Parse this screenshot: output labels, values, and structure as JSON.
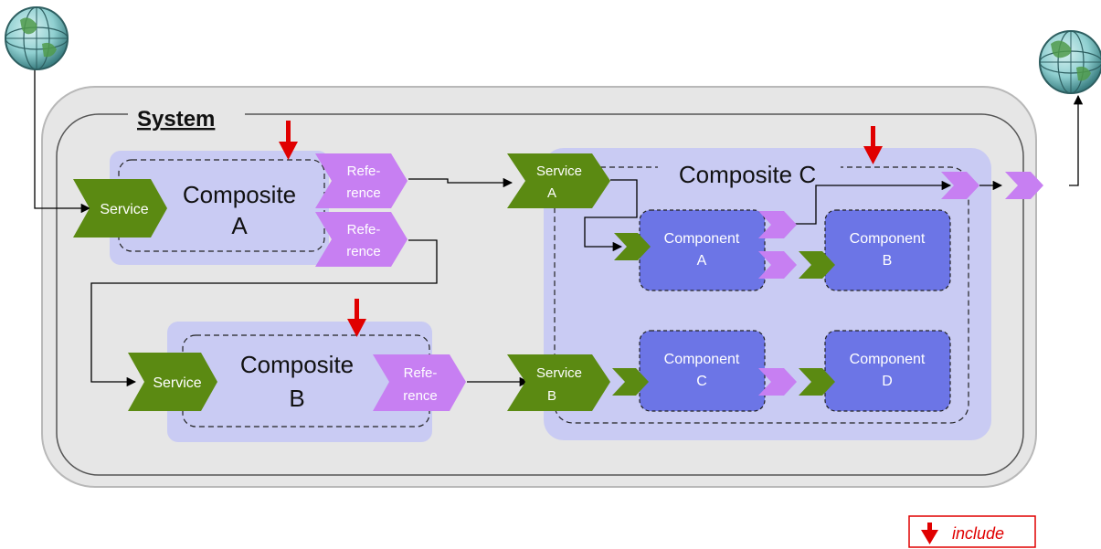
{
  "system": {
    "title": "System"
  },
  "composite_a": {
    "title_line1": "Composite",
    "title_line2": "A"
  },
  "composite_b": {
    "title_line1": "Composite",
    "title_line2": "B"
  },
  "composite_c": {
    "title": "Composite C"
  },
  "service_a_left": {
    "label": "Service"
  },
  "service_b_left": {
    "label": "Service"
  },
  "reference_a1": {
    "line1": "Refe-",
    "line2": "rence"
  },
  "reference_a2": {
    "line1": "Refe-",
    "line2": "rence"
  },
  "reference_b": {
    "line1": "Refe-",
    "line2": "rence"
  },
  "service_c_a": {
    "line1": "Service",
    "line2": "A"
  },
  "service_c_b": {
    "line1": "Service",
    "line2": "B"
  },
  "component_a": {
    "line1": "Component",
    "line2": "A"
  },
  "component_b": {
    "line1": "Component",
    "line2": "B"
  },
  "component_c": {
    "line1": "Component",
    "line2": "C"
  },
  "component_d": {
    "line1": "Component",
    "line2": "D"
  },
  "legend": {
    "label": "include"
  },
  "icons": {
    "globe_left": "globe-icon",
    "globe_right": "globe-icon",
    "include_marker": "include-arrow-icon"
  },
  "colors": {
    "system_fill": "#e6e6e6",
    "composite_fill": "#c9cbf3",
    "component_fill": "#6c75e6",
    "service_fill": "#5b8a12",
    "reference_fill": "#c77ff2",
    "include_arrow": "#e00000"
  }
}
